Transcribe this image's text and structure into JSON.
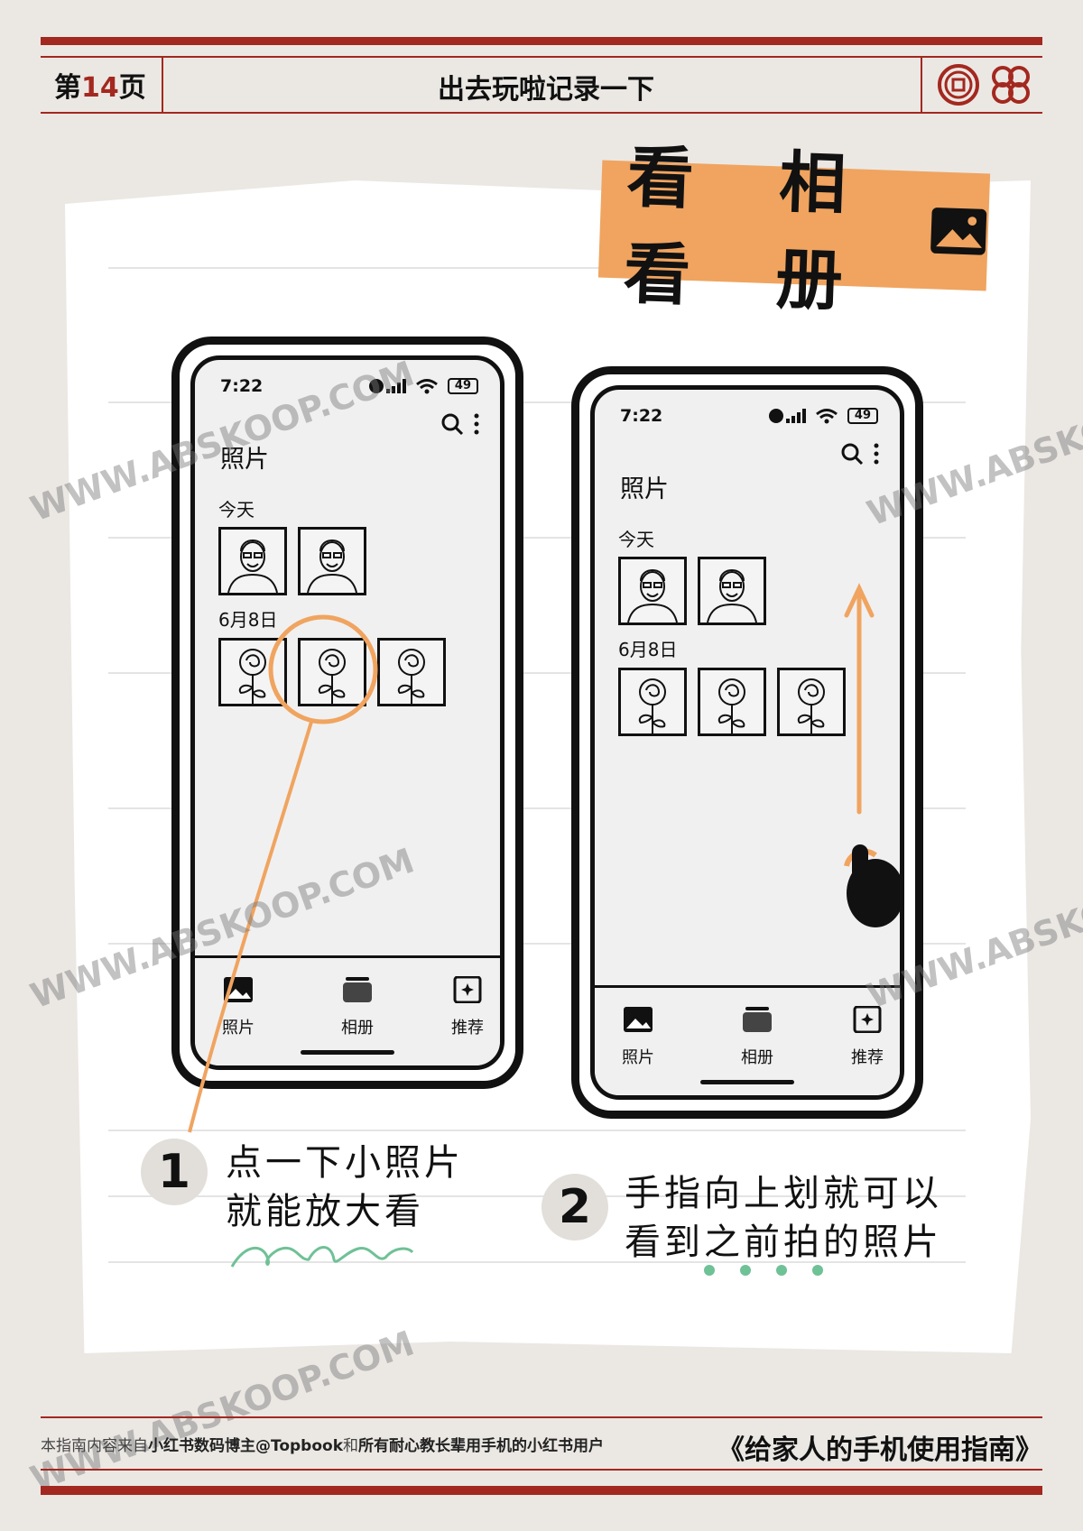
{
  "header": {
    "page_prefix": "第",
    "page_number": "14",
    "page_suffix": "页",
    "title": "出去玩啦记录一下",
    "icons": [
      "coin-icon",
      "knot-icon"
    ]
  },
  "banner": {
    "text1": "看看",
    "text2": "相册",
    "icon": "image-icon"
  },
  "phone1": {
    "time": "7:22",
    "battery": "49",
    "title": "照片",
    "section_today": "今天",
    "section_date": "6月8日",
    "tabs": [
      "照片",
      "相册",
      "推荐"
    ],
    "highlight": "second-rose-photo"
  },
  "phone2": {
    "time": "7:22",
    "battery": "49",
    "title": "照片",
    "section_today": "今天",
    "section_date": "6月8日",
    "tabs": [
      "照片",
      "相册",
      "推荐"
    ],
    "gesture": "swipe-up"
  },
  "steps": [
    {
      "number": "1",
      "line1": "点一下小照片",
      "line2": "就能放大看"
    },
    {
      "number": "2",
      "line1": "手指向上划就可以",
      "line2": "看到之前拍的照片"
    }
  ],
  "footer": {
    "note_pre": "本指南内容来自",
    "note_source": "小红书数码博主@Topbook",
    "note_mid": "和",
    "note_rest": "所有耐心教长辈用手机的小红书用户",
    "book_title": "《给家人的手机使用指南》"
  },
  "watermark": "WWW.ABSKOOP.COM",
  "colors": {
    "red": "#a3281f",
    "orange": "#f0a460",
    "green": "#6fc196",
    "background": "#ebe8e4"
  }
}
